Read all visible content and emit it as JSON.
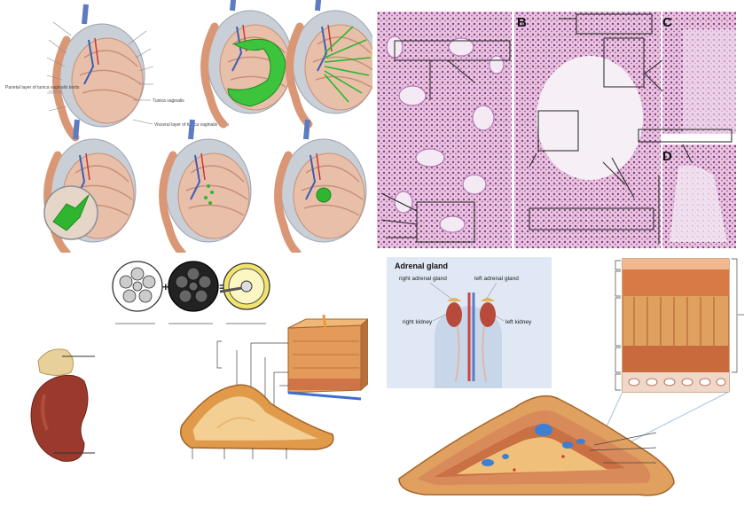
{
  "testis_panel": {
    "labels": {
      "parietal_layer": "Parietal layer of tunica vaginalis testis",
      "tunica_vaginalis": "Tunica vaginalis",
      "visceral_layer": "Visceral layer of tunica vaginalis testis"
    }
  },
  "histology_panel": {
    "letters": {
      "b": "B",
      "c": "C",
      "d": "D"
    }
  },
  "adrenal_panel": {
    "title": "Adrenal gland",
    "labels": {
      "right_adrenal_gland": "right adrenal gland",
      "left_adrenal_gland": "left adrenal gland",
      "right_kidney": "right kidney",
      "left_kidney": "left kidney"
    }
  },
  "colors": {
    "tissue_pink": "#e0a5c8",
    "testis_tan": "#e3b49b",
    "green_highlight": "#2fb52f",
    "adrenal_orange": "#e0a060",
    "kidney_red": "#9a3a2c"
  },
  "icons": [
    "testis-diagram",
    "histology-micrograph",
    "adrenal-gland-cross-section",
    "kidney-with-adrenal",
    "microscope-lens-wheel"
  ]
}
